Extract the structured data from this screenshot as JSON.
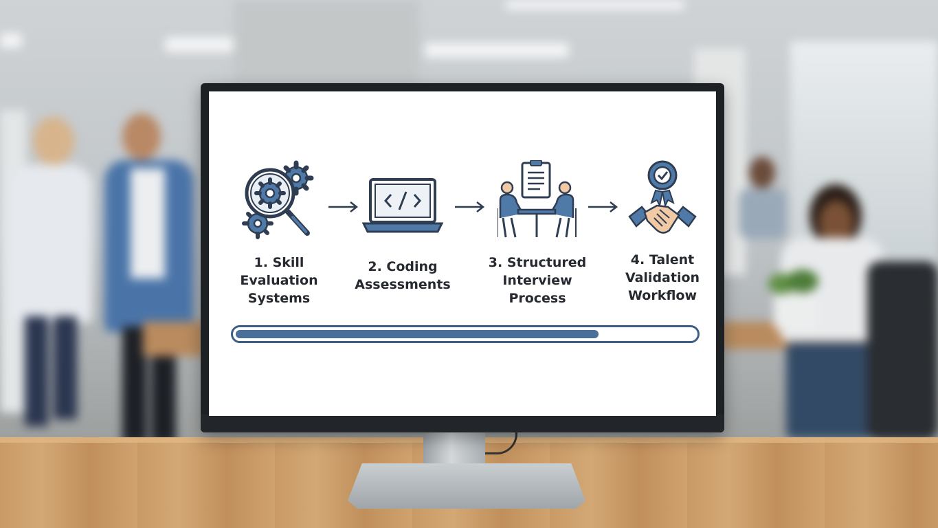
{
  "slide": {
    "steps": [
      {
        "number": "1.",
        "label": "1. Skill\nEvaluation\nSystems",
        "icon": "gears-magnifier-icon"
      },
      {
        "number": "2.",
        "label": "2. Coding\nAssessments",
        "icon": "laptop-code-icon"
      },
      {
        "number": "3.",
        "label": "3. Structured\nInterview\nProcess",
        "icon": "interview-table-icon"
      },
      {
        "number": "4.",
        "label": "4. Talent\nValidation\nWorkflow",
        "icon": "handshake-badge-icon"
      }
    ],
    "progress_fraction": 0.79
  },
  "colors": {
    "icon_navy": "#2f3d52",
    "icon_blue": "#4f7aa8",
    "skin": "#f1c9a5",
    "progress": "#4a6f98"
  }
}
